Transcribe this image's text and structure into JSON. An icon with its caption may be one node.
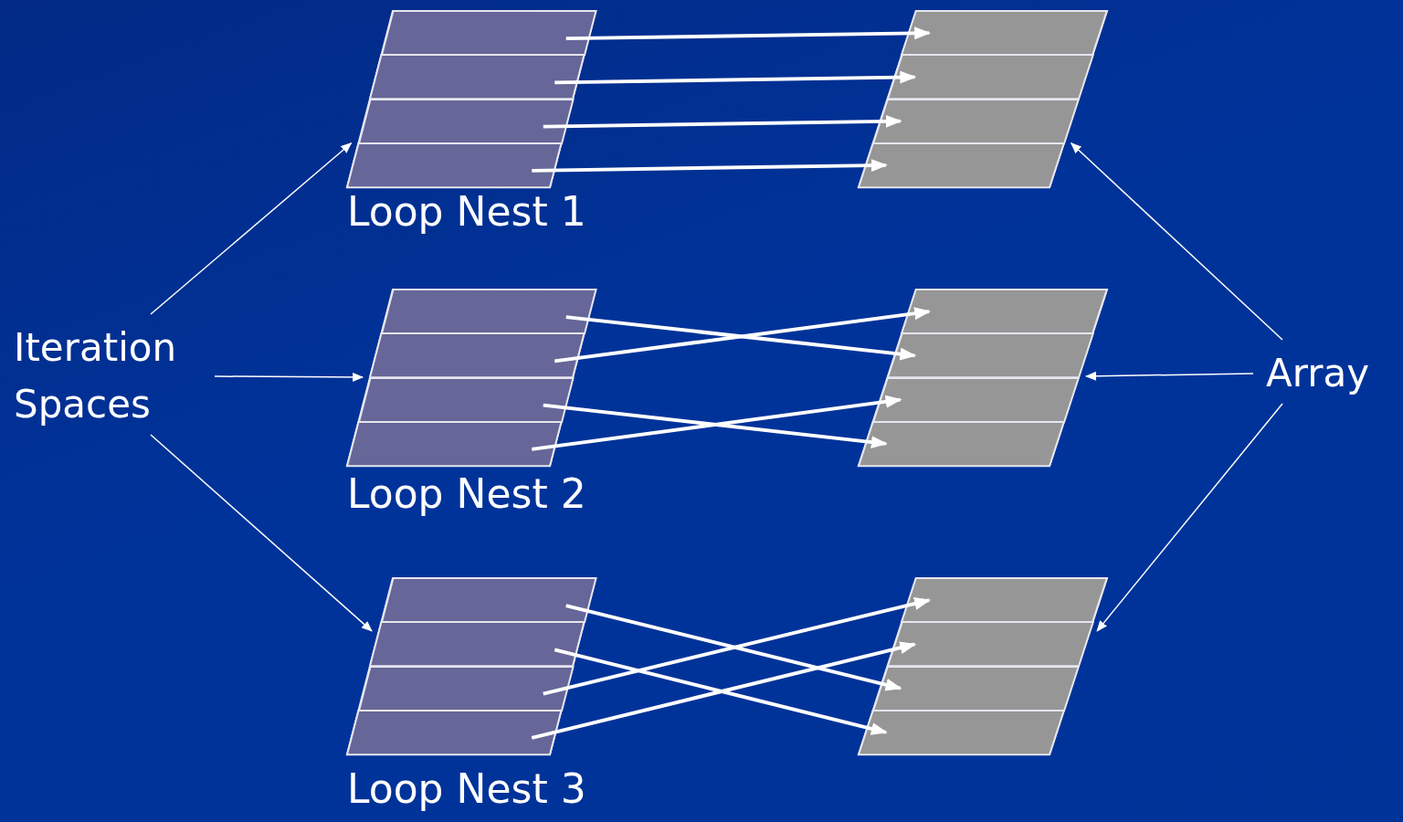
{
  "diagram": {
    "nodes": [
      {
        "text": [
          "Iteration Spaces"
        ]
      },
      {
        "text": [
          "Loop Nest 1"
        ]
      },
      {
        "text": [],
        "shape": "parallelogram",
        "in": 1
      },
      {
        "text": [],
        "shape": "parallelogram",
        "in": 1
      },
      {
        "text": [],
        "shape": "parallelogram",
        "in": 1
      },
      {
        "text": [],
        "shape": "parallelogram",
        "in": 1
      },
      {
        "text": [],
        "shape": "parallelogram"
      },
      {
        "text": [],
        "shape": "parallelogram",
        "in": 6
      },
      {
        "text": [],
        "shape": "parallelogram",
        "in": 6
      },
      {
        "text": [],
        "shape": "parallelogram",
        "in": 6
      },
      {
        "text": [],
        "shape": "parallelogram",
        "in": 6
      },
      {
        "text": [
          "Loop Nest 2"
        ]
      },
      {
        "text": [],
        "shape": "parallelogram",
        "in": 11
      },
      {
        "text": [],
        "shape": "parallelogram",
        "in": 11
      },
      {
        "text": [],
        "shape": "parallelogram",
        "in": 11
      },
      {
        "text": [],
        "shape": "parallelogram",
        "in": 11
      },
      {
        "text": [],
        "shape": "parallelogram"
      },
      {
        "text": [],
        "shape": "parallelogram",
        "in": 16
      },
      {
        "text": [],
        "shape": "parallelogram",
        "in": 16
      },
      {
        "text": [],
        "shape": "parallelogram",
        "in": 16
      },
      {
        "text": [],
        "shape": "parallelogram",
        "in": 16
      },
      {
        "text": [
          "Loop Nest 3"
        ]
      },
      {
        "text": [],
        "shape": "parallelogram",
        "in": 21
      },
      {
        "text": [],
        "shape": "parallelogram",
        "in": 21
      },
      {
        "text": [],
        "shape": "parallelogram",
        "in": 21
      },
      {
        "text": [],
        "shape": "parallelogram",
        "in": 21
      },
      {
        "text": [],
        "shape": "parallelogram"
      },
      {
        "text": [],
        "shape": "parallelogram",
        "in": 26
      },
      {
        "text": [],
        "shape": "parallelogram",
        "in": 26
      },
      {
        "text": [],
        "shape": "parallelogram",
        "in": 26
      },
      {
        "text": [],
        "shape": "parallelogram",
        "in": 26
      },
      {
        "text": [
          "Array"
        ]
      }
    ],
    "edges": [
      {
        "from": 0,
        "to": 1,
        "arrow": "to"
      },
      {
        "from": 0,
        "to": 11,
        "arrow": "to"
      },
      {
        "from": 0,
        "to": 21,
        "arrow": "to"
      },
      {
        "from": 31,
        "to": 6,
        "arrow": "to"
      },
      {
        "from": 31,
        "to": 16,
        "arrow": "to"
      },
      {
        "from": 31,
        "to": 26,
        "arrow": "to"
      },
      {
        "from": 2,
        "to": 7,
        "arrow": "to"
      },
      {
        "from": 3,
        "to": 8,
        "arrow": "to"
      },
      {
        "from": 4,
        "to": 9,
        "arrow": "to"
      },
      {
        "from": 5,
        "to": 10,
        "arrow": "to"
      },
      {
        "from": 12,
        "to": 18,
        "arrow": "to"
      },
      {
        "from": 13,
        "to": 17,
        "arrow": "to"
      },
      {
        "from": 14,
        "to": 20,
        "arrow": "to"
      },
      {
        "from": 15,
        "to": 19,
        "arrow": "to"
      },
      {
        "from": 22,
        "to": 29,
        "arrow": "to"
      },
      {
        "from": 23,
        "to": 30,
        "arrow": "to"
      },
      {
        "from": 24,
        "to": 27,
        "arrow": "to"
      },
      {
        "from": 25,
        "to": 28,
        "arrow": "to"
      }
    ]
  }
}
